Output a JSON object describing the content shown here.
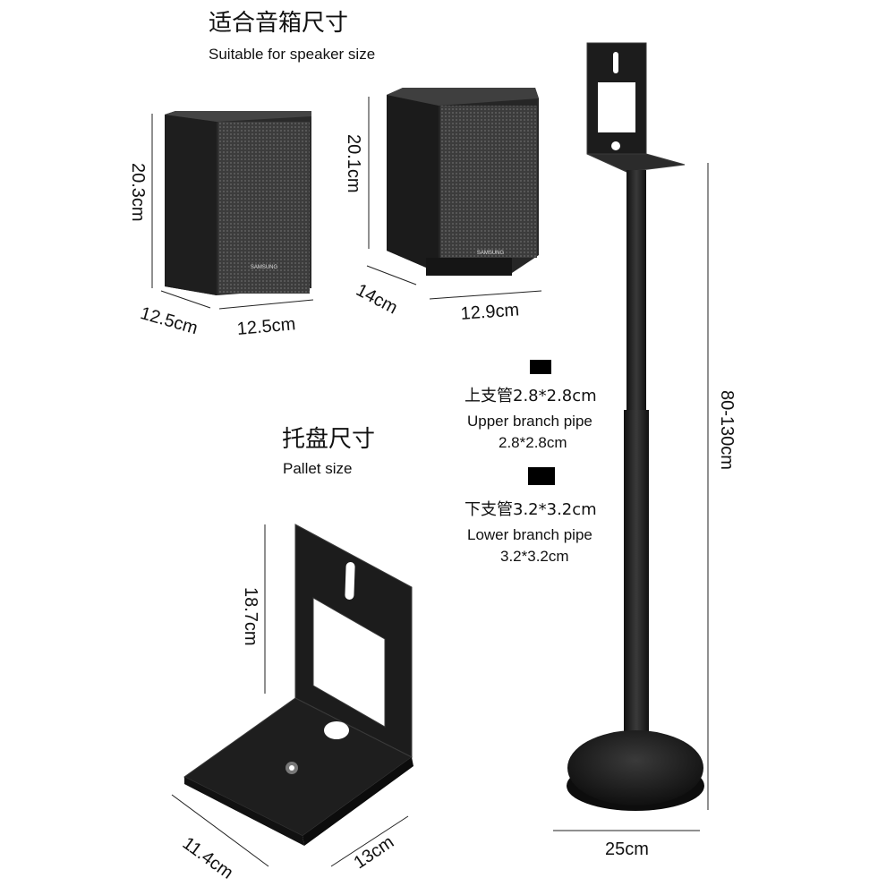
{
  "speaker_section": {
    "title_cn": "适合音箱尺寸",
    "title_en": "Suitable for speaker size",
    "speaker1": {
      "height": "20.3cm",
      "depth": "12.5cm",
      "width": "12.5cm",
      "brand": "SAMSUNG"
    },
    "speaker2": {
      "height": "20.1cm",
      "depth": "14cm",
      "width": "12.9cm",
      "brand": "SAMSUNG"
    }
  },
  "pallet_section": {
    "title_cn": "托盘尺寸",
    "title_en": "Pallet size",
    "height": "18.7cm",
    "depth": "11.4cm",
    "width": "13cm"
  },
  "pipes": {
    "upper_cn": "上支管2.8*2.8cm",
    "upper_en": "Upper branch pipe",
    "upper_size": "2.8*2.8cm",
    "lower_cn": "下支管3.2*3.2cm",
    "lower_en": "Lower branch pipe",
    "lower_size": "3.2*3.2cm"
  },
  "stand": {
    "height_range": "80-130cm",
    "base_diameter": "25cm"
  },
  "colors": {
    "metal": "#1c1c1c",
    "metal_edge": "#3a3a3a",
    "grille": "#4a4a4a",
    "dim_line": "#222222"
  }
}
